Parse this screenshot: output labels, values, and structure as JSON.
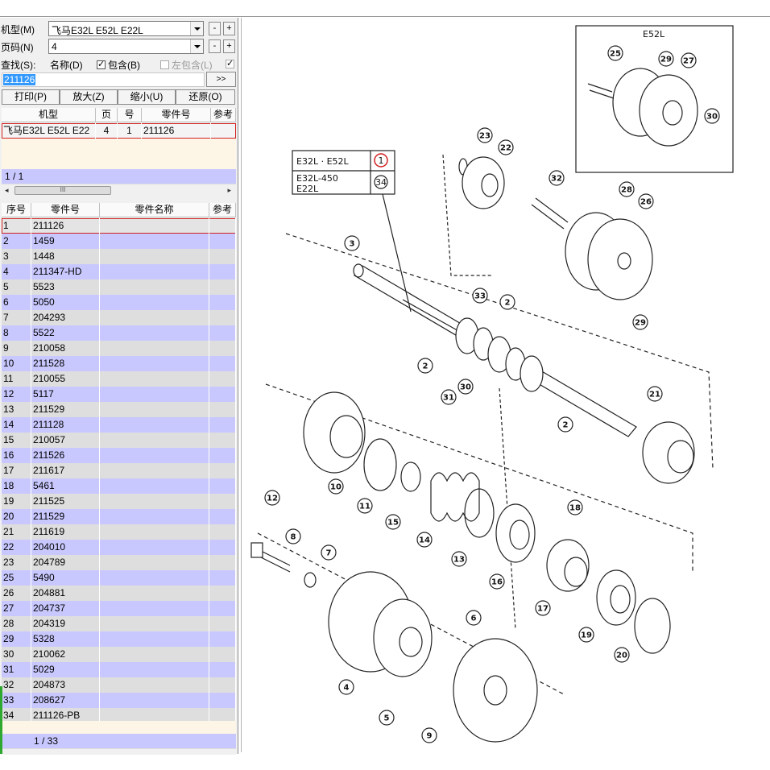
{
  "controls": {
    "model_label": "机型(M)",
    "model_value": "飞马E32L E52L E22L",
    "page_label": "页码(N)",
    "page_value": "4",
    "find_label": "查找(S):",
    "opt_name": "名称(D)",
    "opt_contains": "包含(B)",
    "opt_left_contains": "左包含(L)",
    "search_value": "211126",
    "go_label": ">>",
    "minus": "-",
    "plus": "+"
  },
  "toolbar": {
    "print": "打印(P)",
    "zoom_in": "放大(Z)",
    "zoom_out": "缩小(U)",
    "restore": "还原(O)"
  },
  "results": {
    "headers": [
      "机型",
      "页",
      "号",
      "零件号",
      "参考"
    ],
    "rows": [
      {
        "model": "飞马E32L E52L E22",
        "page": "4",
        "no": "1",
        "part": "211126"
      }
    ],
    "pager": "1 / 1"
  },
  "parts": {
    "headers": [
      "序号",
      "零件号",
      "零件名称",
      "参考"
    ],
    "rows": [
      [
        "1",
        "211126"
      ],
      [
        "2",
        "1459"
      ],
      [
        "3",
        "1448"
      ],
      [
        "4",
        "211347-HD"
      ],
      [
        "5",
        "5523"
      ],
      [
        "6",
        "5050"
      ],
      [
        "7",
        "204293"
      ],
      [
        "8",
        "5522"
      ],
      [
        "9",
        "210058"
      ],
      [
        "10",
        "211528"
      ],
      [
        "11",
        "210055"
      ],
      [
        "12",
        "5117"
      ],
      [
        "13",
        "211529"
      ],
      [
        "14",
        "211128"
      ],
      [
        "15",
        "210057"
      ],
      [
        "16",
        "211526"
      ],
      [
        "17",
        "211617"
      ],
      [
        "18",
        "5461"
      ],
      [
        "19",
        "211525"
      ],
      [
        "20",
        "211529"
      ],
      [
        "21",
        "211619"
      ],
      [
        "22",
        "204010"
      ],
      [
        "23",
        "204789"
      ],
      [
        "25",
        "5490"
      ],
      [
        "26",
        "204881"
      ],
      [
        "27",
        "204737"
      ],
      [
        "28",
        "204319"
      ],
      [
        "29",
        "5328"
      ],
      [
        "30",
        "210062"
      ],
      [
        "31",
        "5029"
      ],
      [
        "32",
        "204873"
      ],
      [
        "33",
        "208627"
      ],
      [
        "34",
        "211126-PB"
      ]
    ],
    "pager": "1 / 33"
  },
  "diagram": {
    "inset_title": "E52L",
    "legend_row1": "E32L · E52L",
    "legend_row1_no": "1",
    "legend_row2a": "E32L-450",
    "legend_row2b": "E22L",
    "legend_row2_no": "34",
    "callouts": [
      "1",
      "2",
      "3",
      "4",
      "5",
      "6",
      "7",
      "8",
      "9",
      "10",
      "11",
      "12",
      "13",
      "14",
      "15",
      "16",
      "17",
      "18",
      "19",
      "20",
      "21",
      "22",
      "23",
      "25",
      "26",
      "27",
      "28",
      "29",
      "30",
      "31",
      "32",
      "33",
      "34"
    ]
  },
  "colors": {
    "row_even": "#c8c8ff",
    "row_odd": "#dedede",
    "selection": "#3399ff",
    "highlight_border": "#d02020"
  }
}
